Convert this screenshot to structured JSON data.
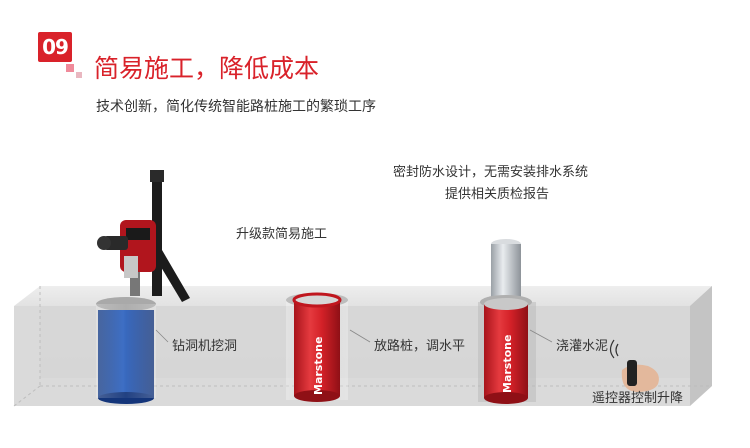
{
  "header": {
    "badge_number": "09",
    "title": "简易施工，降低成本",
    "subtitle": "技术创新，简化传统智能路桩施工的繁琐工序"
  },
  "notes": {
    "waterproof": "密封防水设计，无需安装排水系统",
    "quality_report": "提供相关质检报告",
    "upgrade": "升级款简易施工"
  },
  "labels": {
    "drill": "钻洞机挖洞",
    "place": "放路桩，调水平",
    "pour": "浇灌水泥",
    "remote": "遥控器控制升降"
  },
  "product": {
    "brand": "Marstone"
  },
  "colors": {
    "accent": "#d9222a",
    "drill_blue": "#1f4fa3",
    "steel": "#c9cdd2"
  }
}
